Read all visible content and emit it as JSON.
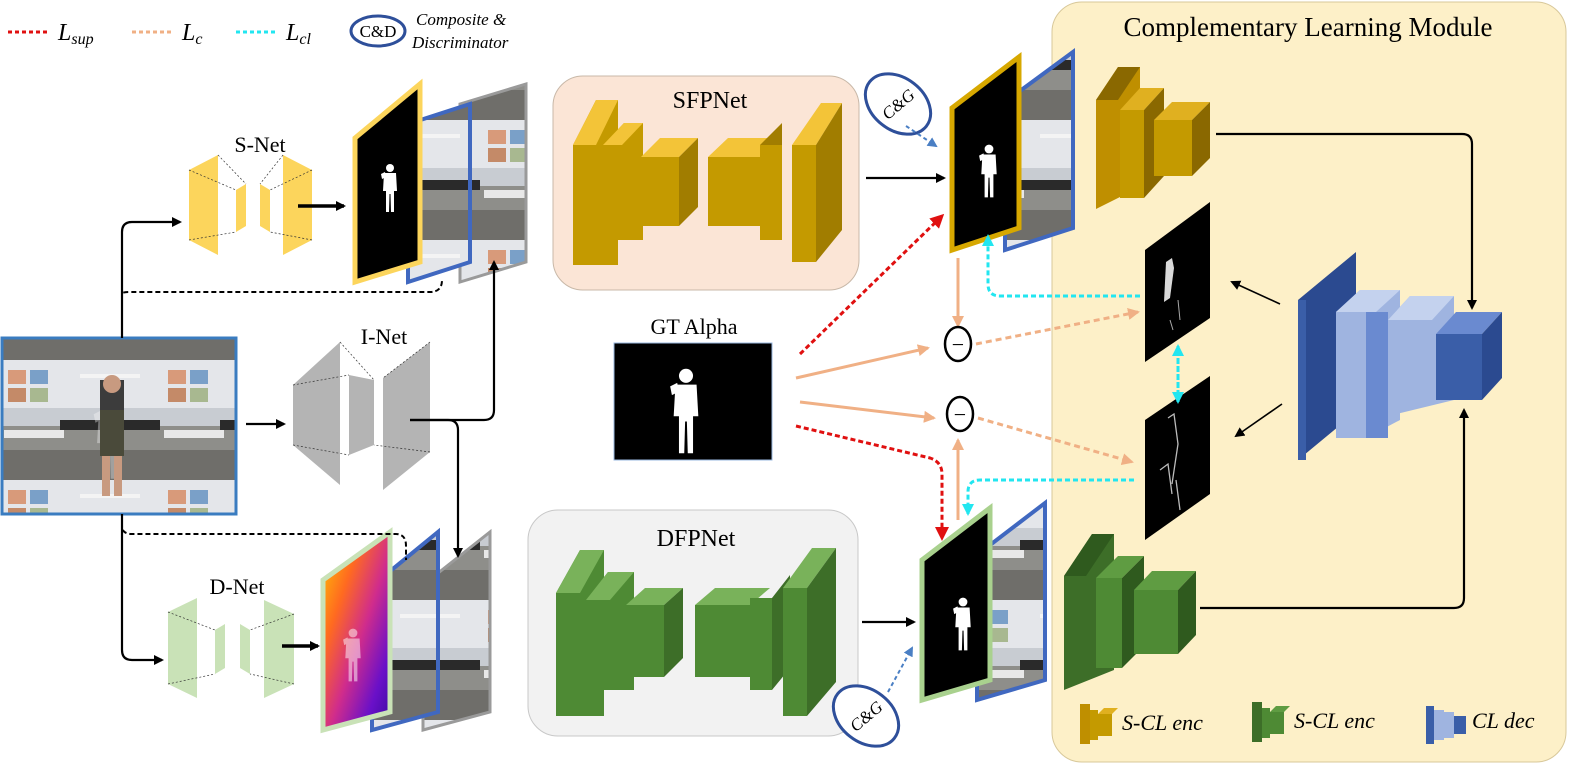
{
  "legend": {
    "sup_label": "L",
    "sup_sub": "sup",
    "c_label": "L",
    "c_sub": "c",
    "cl_label": "L",
    "cl_sub": "cl",
    "cd_badge": "C&D",
    "cd_text_1": "Composite &",
    "cd_text_2": "Discriminator"
  },
  "modules": {
    "snet": "S-Net",
    "inet": "I-Net",
    "dnet": "D-Net",
    "sfpnet": "SFPNet",
    "dfpnet": "DFPNet",
    "gt_alpha": "GT Alpha",
    "clm_title": "Complementary Learning Module",
    "cg_badge_top": "C&G",
    "cg_badge_bottom": "C&G",
    "minus_symbol": "−"
  },
  "bottom_legend": {
    "s_enc_1": "S-CL enc",
    "s_enc_2": "S-CL enc",
    "cl_dec": "CL dec"
  },
  "colors": {
    "gold": "#c9970a",
    "green": "#4e8a34",
    "blue": "#3a5ea8",
    "light_blue": "#9fb4e0",
    "red_loss": "#e01010",
    "orange_loss": "#f0b085",
    "cyan_loss": "#22e6f0",
    "clm_bg": "#fdf0c8",
    "sfp_bg": "#fbe5d6",
    "dfp_bg": "#f2f2f2",
    "snet_yellow": "#fcd55c",
    "inet_gray": "#b4b4b4",
    "dnet_green": "#c9e2b7"
  }
}
